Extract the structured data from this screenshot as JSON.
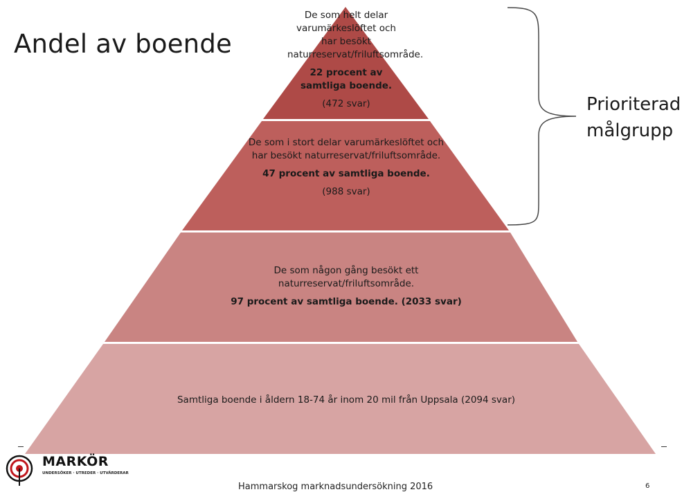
{
  "title": "Andel av boende",
  "bracket_label": {
    "line1": "Prioriterad",
    "line2": "målgrupp"
  },
  "pyramid": [
    {
      "text": "De som helt delar varumärkeslöftet och har besökt naturreservat/friluftsområde.",
      "bold": "22 procent av samtliga boende.",
      "count": "(472 svar)",
      "color": "#ae4a47"
    },
    {
      "text": "De som i stort delar varumärkeslöftet och har besökt naturreservat/friluftsområde.",
      "bold": "47 procent av samtliga boende.",
      "count": "(988 svar)",
      "color": "#bd5f5c"
    },
    {
      "text": "De som någon gång besökt ett naturreservat/friluftsområde.",
      "bold": "97 procent av samtliga boende. (2033 svar)",
      "color": "#c98482"
    },
    {
      "text": "Samtliga boende i åldern 18-74 år inom 20 mil från Uppsala (2094 svar)",
      "color": "#d7a4a3"
    }
  ],
  "logo": {
    "name": "MARKÖR",
    "tagline": "UNDERSÖKER · UTREDER · UTVÄRDERAR",
    "icon": "target-icon"
  },
  "footer": "Hammarskog marknadsundersökning 2016",
  "page_number": "6"
}
